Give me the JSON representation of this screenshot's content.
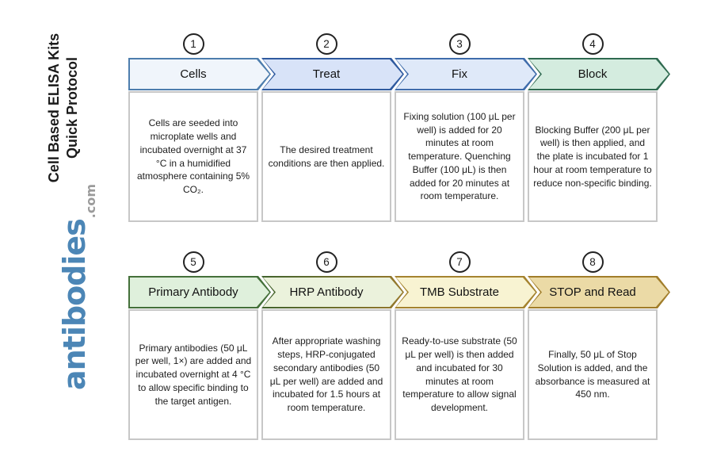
{
  "page": {
    "background": "#ffffff"
  },
  "sidebar": {
    "title_line1": "Cell Based ELISA Kits",
    "title_line2": "Quick Protocol",
    "logo_main": "antibodies",
    "logo_suffix": ".com",
    "logo_color": "#4c86b6",
    "logo_suffix_color": "#9a9a9a"
  },
  "steps": [
    {
      "number": "1",
      "label": "Cells",
      "fill": "#f0f5fb",
      "border": "#4d7dad",
      "description": "Cells are seeded into microplate wells and incubated overnight at 37 °C in a humidified atmosphere containing 5% CO₂."
    },
    {
      "number": "2",
      "label": "Treat",
      "fill": "#d8e3f8",
      "border": "#2f5a9f",
      "description": "The desired treatment conditions are then applied."
    },
    {
      "number": "3",
      "label": "Fix",
      "fill": "#dfe9f9",
      "border": "#3f6cab",
      "description": "Fixing solution (100 μL per well) is added for 20 minutes at room temperature. Quenching Buffer (100 μL) is then added for 20 minutes at room temperature."
    },
    {
      "number": "4",
      "label": "Block",
      "fill": "#d4ecdf",
      "border": "#2f6a50",
      "description": "Blocking Buffer (200 μL per well) is then applied, and the plate is incubated for 1 hour at room temperature to reduce non-specific binding."
    },
    {
      "number": "5",
      "label": "Primary Antibody",
      "fill": "#dff0dc",
      "border": "#44703a",
      "description": "Primary antibodies (50 μL per well, 1×) are added and incubated overnight at 4 °C to allow specific binding to the target antigen."
    },
    {
      "number": "6",
      "label": "HRP Antibody",
      "fill": "#ebf2dc",
      "border": "linear-gradient(90deg,#41632e,#97792c)",
      "description": "After appropriate washing steps, HRP-conjugated secondary antibodies (50 μL per well) are added and incubated for 1.5 hours at room temperature."
    },
    {
      "number": "7",
      "label": "TMB Substrate",
      "fill": "#f8f3d2",
      "border": "#a5832f",
      "description": "Ready-to-use substrate (50 μL per well) is then added and incubated for 30 minutes at room temperature to allow signal development."
    },
    {
      "number": "8",
      "label": "STOP and Read",
      "fill": "#ebdaa6",
      "border": "#a17d2a",
      "description": "Finally, 50 μL of Stop Solution is added, and the absorbance is measured at 450 nm."
    }
  ],
  "rows": [
    [
      0,
      1,
      2,
      3
    ],
    [
      4,
      5,
      6,
      7
    ]
  ]
}
